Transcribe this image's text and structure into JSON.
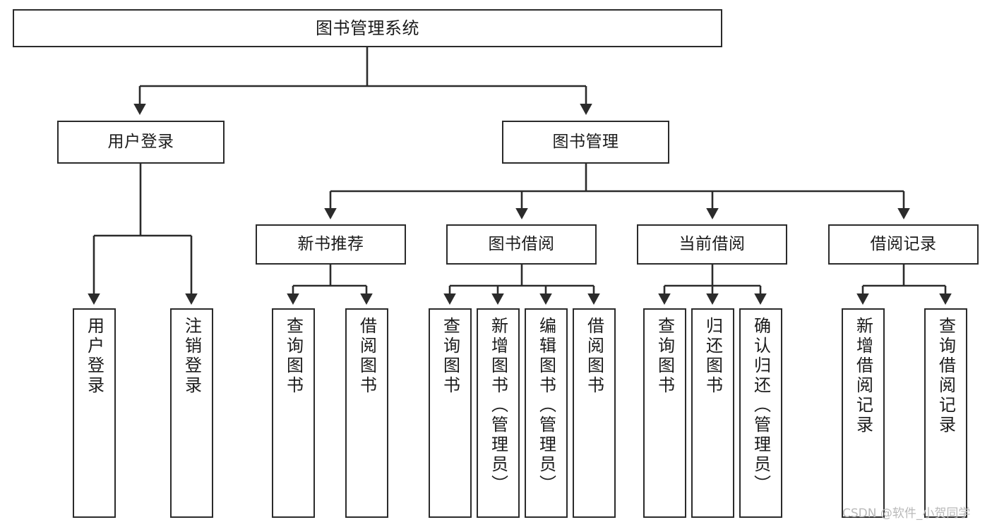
{
  "diagram": {
    "type": "tree-hierarchy",
    "title": "图书管理系统",
    "orientation": "top-down",
    "stroke_color": "#2b2b2b",
    "fill_color": "#ffffff",
    "text_color": "#1b1b1b"
  },
  "nodes": {
    "root": {
      "label": "图书管理系统",
      "level": 1,
      "text_direction": "horizontal"
    },
    "l2": [
      {
        "id": "user-login",
        "label": "用户登录",
        "level": 2,
        "text_direction": "horizontal"
      },
      {
        "id": "book-manage",
        "label": "图书管理",
        "level": 2,
        "text_direction": "horizontal"
      }
    ],
    "l3": [
      {
        "id": "new-book-recommend",
        "label": "新书推荐",
        "level": 3,
        "text_direction": "horizontal"
      },
      {
        "id": "book-borrow",
        "label": "图书借阅",
        "level": 3,
        "text_direction": "horizontal"
      },
      {
        "id": "current-borrow",
        "label": "当前借阅",
        "level": 3,
        "text_direction": "horizontal"
      },
      {
        "id": "borrow-record",
        "label": "借阅记录",
        "level": 3,
        "text_direction": "horizontal"
      }
    ],
    "leaves": [
      {
        "id": "leaf-user-login",
        "label": "用户登录",
        "parent": "user-login",
        "text_direction": "vertical"
      },
      {
        "id": "leaf-user-logout",
        "label": "注销登录",
        "parent": "user-login",
        "text_direction": "vertical"
      },
      {
        "id": "leaf-query-book-1",
        "label": "查询图书",
        "parent": "new-book-recommend",
        "text_direction": "vertical"
      },
      {
        "id": "leaf-borrow-book-1",
        "label": "借阅图书",
        "parent": "new-book-recommend",
        "text_direction": "vertical"
      },
      {
        "id": "leaf-query-book-2",
        "label": "查询图书",
        "parent": "book-borrow",
        "text_direction": "vertical"
      },
      {
        "id": "leaf-add-book",
        "label": "新增图书（管理员）",
        "parent": "book-borrow",
        "text_direction": "vertical"
      },
      {
        "id": "leaf-edit-book",
        "label": "编辑图书（管理员）",
        "parent": "book-borrow",
        "text_direction": "vertical"
      },
      {
        "id": "leaf-borrow-book-2",
        "label": "借阅图书",
        "parent": "book-borrow",
        "text_direction": "vertical"
      },
      {
        "id": "leaf-query-book-3",
        "label": "查询图书",
        "parent": "current-borrow",
        "text_direction": "vertical"
      },
      {
        "id": "leaf-return-book",
        "label": "归还图书",
        "parent": "current-borrow",
        "text_direction": "vertical"
      },
      {
        "id": "leaf-confirm-return",
        "label": "确认归还（管理员）",
        "parent": "current-borrow",
        "text_direction": "vertical"
      },
      {
        "id": "leaf-add-record",
        "label": "新增借阅记录",
        "parent": "borrow-record",
        "text_direction": "vertical"
      },
      {
        "id": "leaf-query-record",
        "label": "查询借阅记录",
        "parent": "borrow-record",
        "text_direction": "vertical"
      }
    ]
  },
  "watermark": {
    "text": "CSDN @软件_小贺同学"
  }
}
